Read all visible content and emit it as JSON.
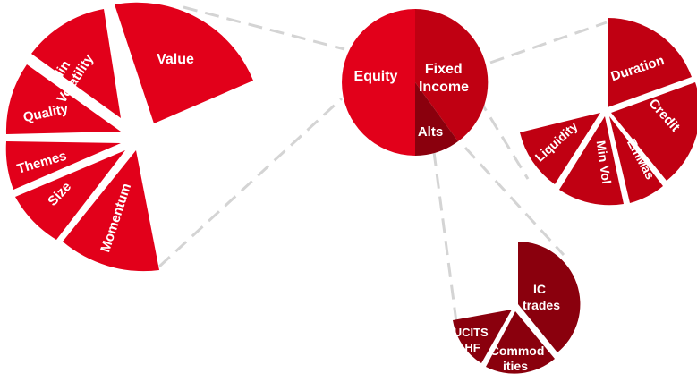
{
  "colors": {
    "equity": "#e2001a",
    "fixed_income": "#c00012",
    "alts": "#8a000d",
    "connector": "#d4d4d4",
    "label": "#ffffff"
  },
  "main": {
    "equity": "Equity",
    "fixed_income_line1": "Fixed",
    "fixed_income_line2": "Income",
    "alts": "Alts"
  },
  "equity_factors": {
    "value": "Value",
    "min_volatility_line1": "Min",
    "min_volatility_line2": "Volatility",
    "quality": "Quality",
    "themes": "Themes",
    "size": "Size",
    "momentum": "Momentum"
  },
  "fixed_income": {
    "duration": "Duration",
    "credit": "Credit",
    "emmas": "EmMas",
    "min_vol": "Min Vol",
    "liquidity": "Liquidity"
  },
  "alts": {
    "ic_trades_line1": "IC",
    "ic_trades_line2": "trades",
    "commodities_line1": "Commod",
    "commodities_line2": "ities",
    "ucits_hf_line1": "UCITS",
    "ucits_hf_line2": "HF"
  }
}
